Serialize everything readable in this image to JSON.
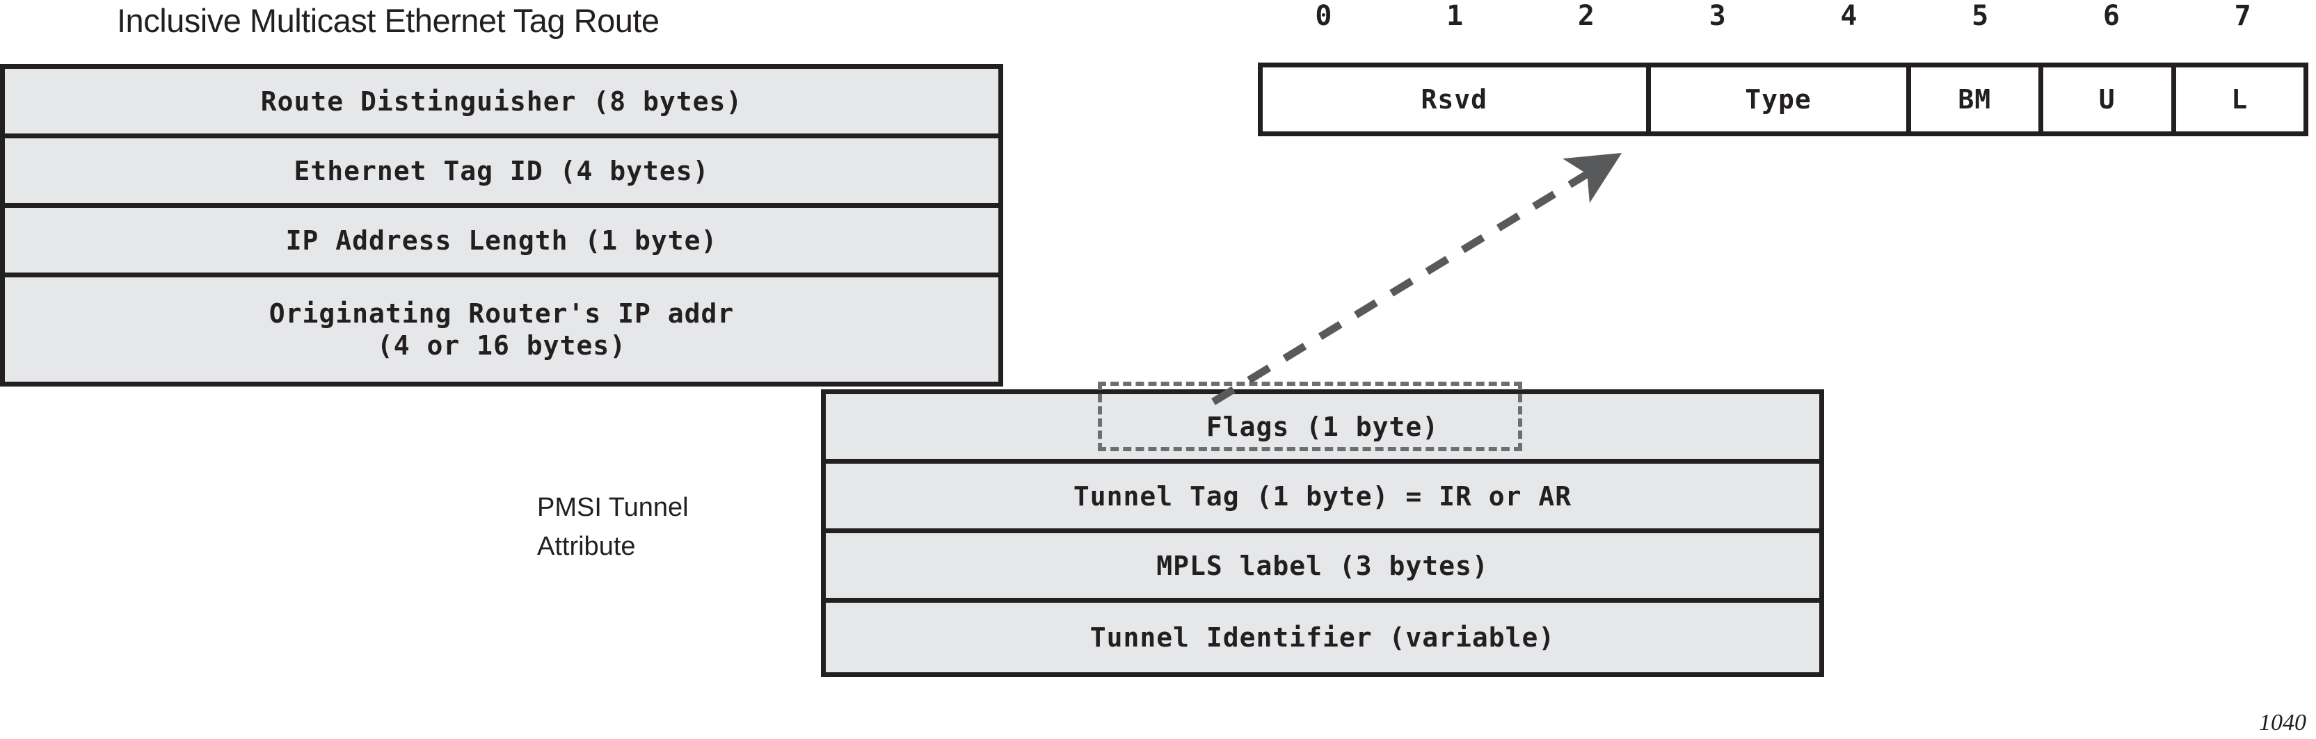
{
  "figure": {
    "number": "1040"
  },
  "route": {
    "title": "Inclusive Multicast Ethernet Tag Route",
    "fields": [
      {
        "label": "Route Distinguisher (8 bytes)",
        "height": 100
      },
      {
        "label": "Ethernet Tag ID (4 bytes)",
        "height": 100
      },
      {
        "label": "IP Address Length (1 byte)",
        "height": 100
      },
      {
        "label": "Originating Router's IP addr\n(4 or 16 bytes)",
        "height": 150
      }
    ]
  },
  "pmsi": {
    "label": "PMSI Tunnel\nAttribute",
    "fields": [
      {
        "label": "Flags (1 byte)",
        "height": 100,
        "highlighted": true
      },
      {
        "label": "Tunnel Tag (1 byte) = IR or AR",
        "height": 100,
        "highlighted": false
      },
      {
        "label": "MPLS label (3 bytes)",
        "height": 100,
        "highlighted": false
      },
      {
        "label": "Tunnel Identifier (variable)",
        "height": 100,
        "highlighted": false
      }
    ]
  },
  "flags_bitfield": {
    "scale": [
      "0",
      "1",
      "2",
      "3",
      "4",
      "5",
      "6",
      "7"
    ],
    "cells": [
      {
        "label": "Rsvd",
        "bits": 3
      },
      {
        "label": "Type",
        "bits": 2
      },
      {
        "label": "BM",
        "bits": 1
      },
      {
        "label": "U",
        "bits": 1
      },
      {
        "label": "L",
        "bits": 1
      }
    ]
  },
  "colors": {
    "ink": "#231f20",
    "row_fill": "#e6e7e8",
    "cell_fill": "#ffffff",
    "dashed": "#6d6e71"
  }
}
